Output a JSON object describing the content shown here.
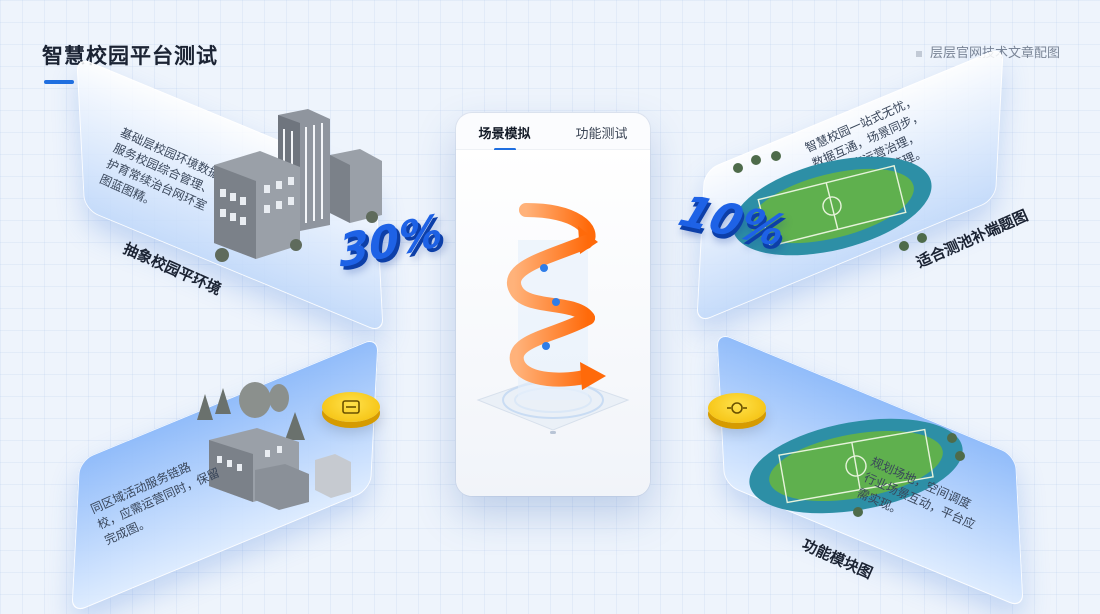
{
  "header": {
    "title": "智慧校园平台测试",
    "caption": "层层官网技术文章配图"
  },
  "phone": {
    "tabs": [
      {
        "label": "场景模拟",
        "active": true
      },
      {
        "label": "功能测试",
        "active": false
      }
    ]
  },
  "panels": {
    "top_left": {
      "label": "抽象校园平环境",
      "text": "基础层校园环境数据，\n服务校园综合管理、\n护育常续治台网环室\n图蓝图精。",
      "percent": "30%"
    },
    "top_right": {
      "label": "适合测池补端题图",
      "text": "智慧校园一站式无忧，\n数据互通，场景同步，\n统一底座运营治理，\n精准全局校园管理。",
      "percent": "10%"
    },
    "bottom_left": {
      "text": "同区域活动服务链路\n校，应需运营同时，保留\n完成图。"
    },
    "bottom_right": {
      "label": "功能模块图",
      "text": "规划场地，空间调度\n行业场景互动，平台应\n需实现。"
    }
  },
  "colors": {
    "accent": "#1f6fe0",
    "percent": "#1e62e6",
    "spiral": "#ff7a1a",
    "coin": "#f7c800"
  },
  "icons": [
    "building-icon",
    "track-field-icon",
    "coin-icon",
    "spiral-arrow-icon"
  ]
}
